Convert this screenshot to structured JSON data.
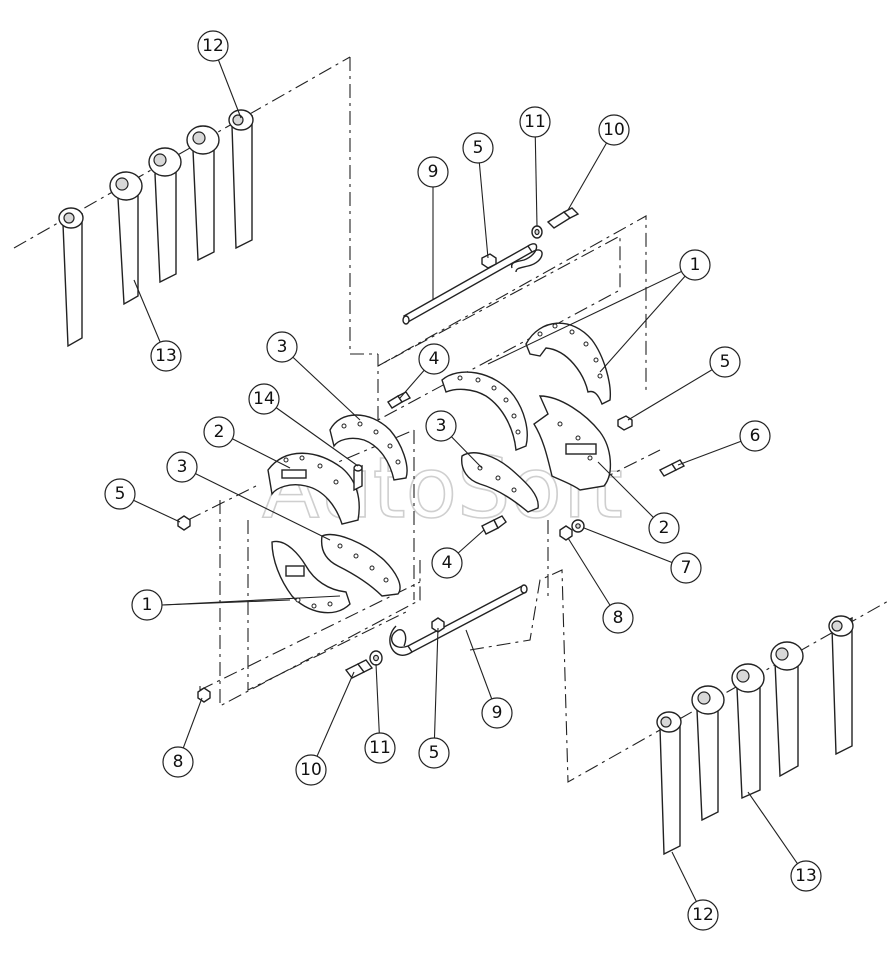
{
  "watermark": "AutoSoft",
  "callouts": [
    {
      "id": "12-top",
      "label": "12"
    },
    {
      "id": "13-left",
      "label": "13"
    },
    {
      "id": "9-top",
      "label": "9"
    },
    {
      "id": "5-top",
      "label": "5"
    },
    {
      "id": "11-top",
      "label": "11"
    },
    {
      "id": "10-top",
      "label": "10"
    },
    {
      "id": "1-right",
      "label": "1"
    },
    {
      "id": "5-right",
      "label": "5"
    },
    {
      "id": "6-right",
      "label": "6"
    },
    {
      "id": "3-upper",
      "label": "3"
    },
    {
      "id": "4-upper",
      "label": "4"
    },
    {
      "id": "14",
      "label": "14"
    },
    {
      "id": "2-left",
      "label": "2"
    },
    {
      "id": "3-mid",
      "label": "3"
    },
    {
      "id": "3-left",
      "label": "3"
    },
    {
      "id": "5-left",
      "label": "5"
    },
    {
      "id": "1-left",
      "label": "1"
    },
    {
      "id": "2-right",
      "label": "2"
    },
    {
      "id": "7",
      "label": "7"
    },
    {
      "id": "4-lower",
      "label": "4"
    },
    {
      "id": "8-right",
      "label": "8"
    },
    {
      "id": "9-bottom",
      "label": "9"
    },
    {
      "id": "10-bottom",
      "label": "10"
    },
    {
      "id": "11-bottom",
      "label": "11"
    },
    {
      "id": "5-bottom",
      "label": "5"
    },
    {
      "id": "8-left",
      "label": "8"
    },
    {
      "id": "13-right",
      "label": "13"
    },
    {
      "id": "12-bottom",
      "label": "12"
    }
  ]
}
